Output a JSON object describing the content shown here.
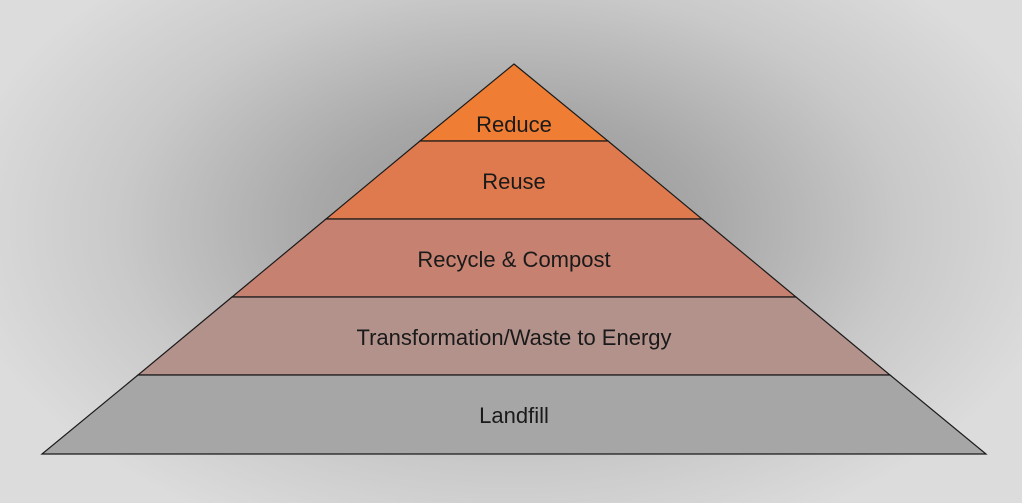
{
  "diagram": {
    "type": "pyramid",
    "tiers": [
      {
        "label": "Reduce",
        "color": "#ef7d33"
      },
      {
        "label": "Reuse",
        "color": "#df7a4e"
      },
      {
        "label": "Recycle & Compost",
        "color": "#c68171"
      },
      {
        "label": "Transformation/Waste to Energy",
        "color": "#b3928c"
      },
      {
        "label": "Landfill",
        "color": "#a6a6a6"
      }
    ],
    "edge_color": "#1a1a1a"
  }
}
